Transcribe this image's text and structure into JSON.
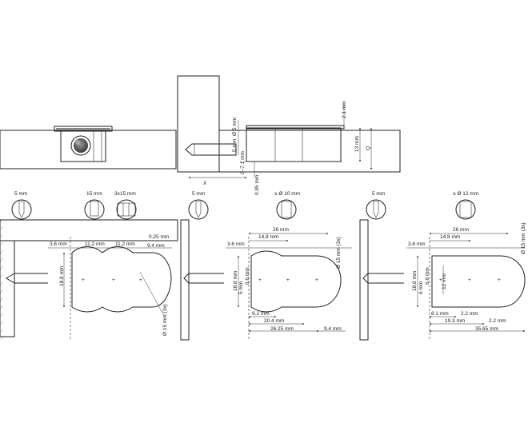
{
  "views": {
    "top_left": {
      "name": "panel-with-insert"
    },
    "top_right": {
      "labels": {
        "x": "X",
        "d5": "Ø 5 mm",
        "h5": "5 mm",
        "d071": "0–7.1 mm",
        "d095": "0.95 mm",
        "d21": "2.1 mm",
        "d13": "13 mm",
        "q": "Q"
      }
    },
    "bottom_1": {
      "tools": {
        "t5": "5 mm",
        "t15": "15 mm",
        "t3x15": "3x15 mm"
      },
      "labels": {
        "d36": "3.6 mm",
        "d112a": "11.2 mm",
        "d112b": "11.2 mm",
        "d025": "0.25 mm",
        "d94": "9.4 mm",
        "d188": "18.8 mm",
        "d15x3": "Ø 15 mm (3x)"
      }
    },
    "bottom_2": {
      "tools": {
        "t5": "5 mm",
        "t10": "≥ Ø 10 mm"
      },
      "labels": {
        "d26": "26 mm",
        "d148": "14.8 mm",
        "d36": "3.6 mm",
        "d15x3": "Ø 15 mm (3x)",
        "d188": "18.8 mm",
        "d5": "5 mm",
        "d66": "6.6 mm",
        "d92": "9.2 mm",
        "d204": "20.4 mm",
        "d2625": "26.25 mm",
        "d94": "9.4 mm"
      }
    },
    "bottom_3": {
      "tools": {
        "t5": "5 mm",
        "t12": "≥ Ø 12 mm"
      },
      "labels": {
        "d26": "26 mm",
        "d148": "14.8 mm",
        "d36": "3.6 mm",
        "d15x3": "Ø 15 mm (3x)",
        "d188": "18.8 mm",
        "d6": "6 mm",
        "d66": "6.6 mm",
        "d12": "12 mm",
        "d81": "8.1 mm",
        "d22a": "2.2 mm",
        "d193": "19.3 mm",
        "d22b": "2.2 mm",
        "d3565": "35.65 mm"
      }
    }
  },
  "colors": {
    "line": "#222222",
    "hatch": "#555555",
    "fill_light": "#e8e8e8",
    "fill_dark": "#6f6f6f"
  }
}
